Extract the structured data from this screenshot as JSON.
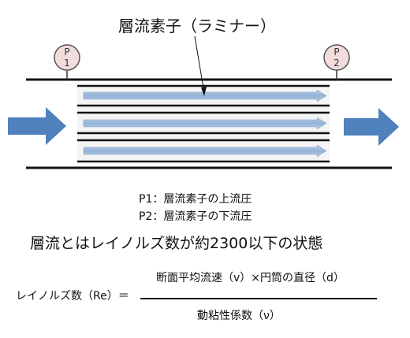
{
  "title": "層流素子（ラミナー）",
  "gauges": [
    {
      "letter": "P",
      "number": "1"
    },
    {
      "letter": "P",
      "number": "2"
    }
  ],
  "definitions": {
    "p1": "P1：層流素子の上流圧",
    "p2": "P2：層流素子の下流圧"
  },
  "statement": "層流とはレイノルズ数が約2300以下の状態",
  "formula": {
    "lhs": "レイノルズ数（Re）＝",
    "numerator": "断面平均流速（v）×円筒の直径（d）",
    "denominator": "動粘性係数（ν）"
  },
  "colors": {
    "flow_arrow": "#4f81bd",
    "inner_arrow": "#95b3d7",
    "line": "#111111"
  }
}
